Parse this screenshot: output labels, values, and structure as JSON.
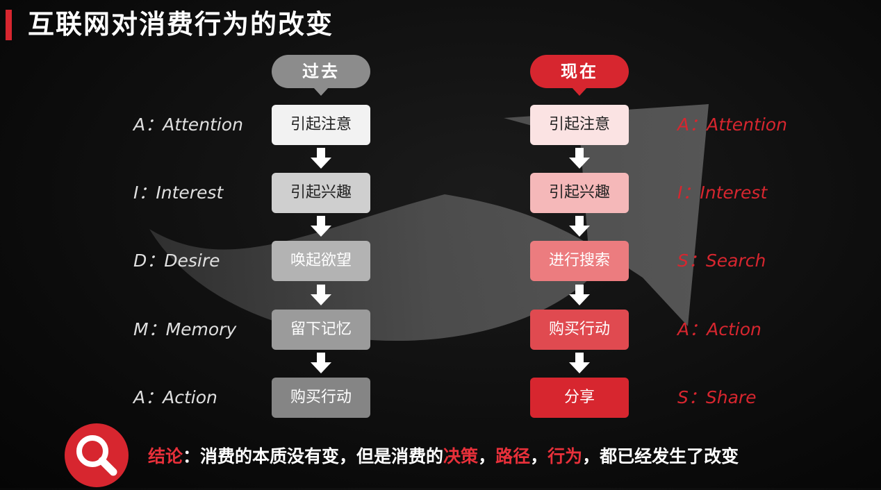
{
  "title": "互联网对消费行为的改变",
  "past": {
    "tag": "过去",
    "steps": [
      "引起注意",
      "引起兴趣",
      "唤起欲望",
      "留下记忆",
      "购买行动"
    ],
    "labels": [
      "A：Attention",
      "I：Interest",
      "D：Desire",
      "M：Memory",
      "A：Action"
    ]
  },
  "now": {
    "tag": "现在",
    "steps": [
      "引起注意",
      "引起兴趣",
      "进行搜索",
      "购买行动",
      "分享"
    ],
    "labels": [
      "A：Attention",
      "I：Interest",
      "S：Search",
      "A：Action",
      "S：Share"
    ]
  },
  "conclusion": {
    "prefix": "结论",
    "colon": "：",
    "text1": "消费的本质没有变，但是消费的",
    "h1": "决策",
    "sep1": "，",
    "h2": "路径",
    "sep2": "，",
    "h3": "行为",
    "text2": "，都已经发生了改变"
  },
  "colors": {
    "accent": "#d7262f",
    "past_boxes": [
      "#f2f2f2",
      "#cfcfcf",
      "#b3b3b3",
      "#9b9b9b",
      "#858585"
    ],
    "now_boxes": [
      "#fbe3e3",
      "#f5b8b9",
      "#ec7c7f",
      "#e04a50",
      "#d7262f"
    ]
  },
  "icons": {
    "magnifier": "search-icon"
  }
}
